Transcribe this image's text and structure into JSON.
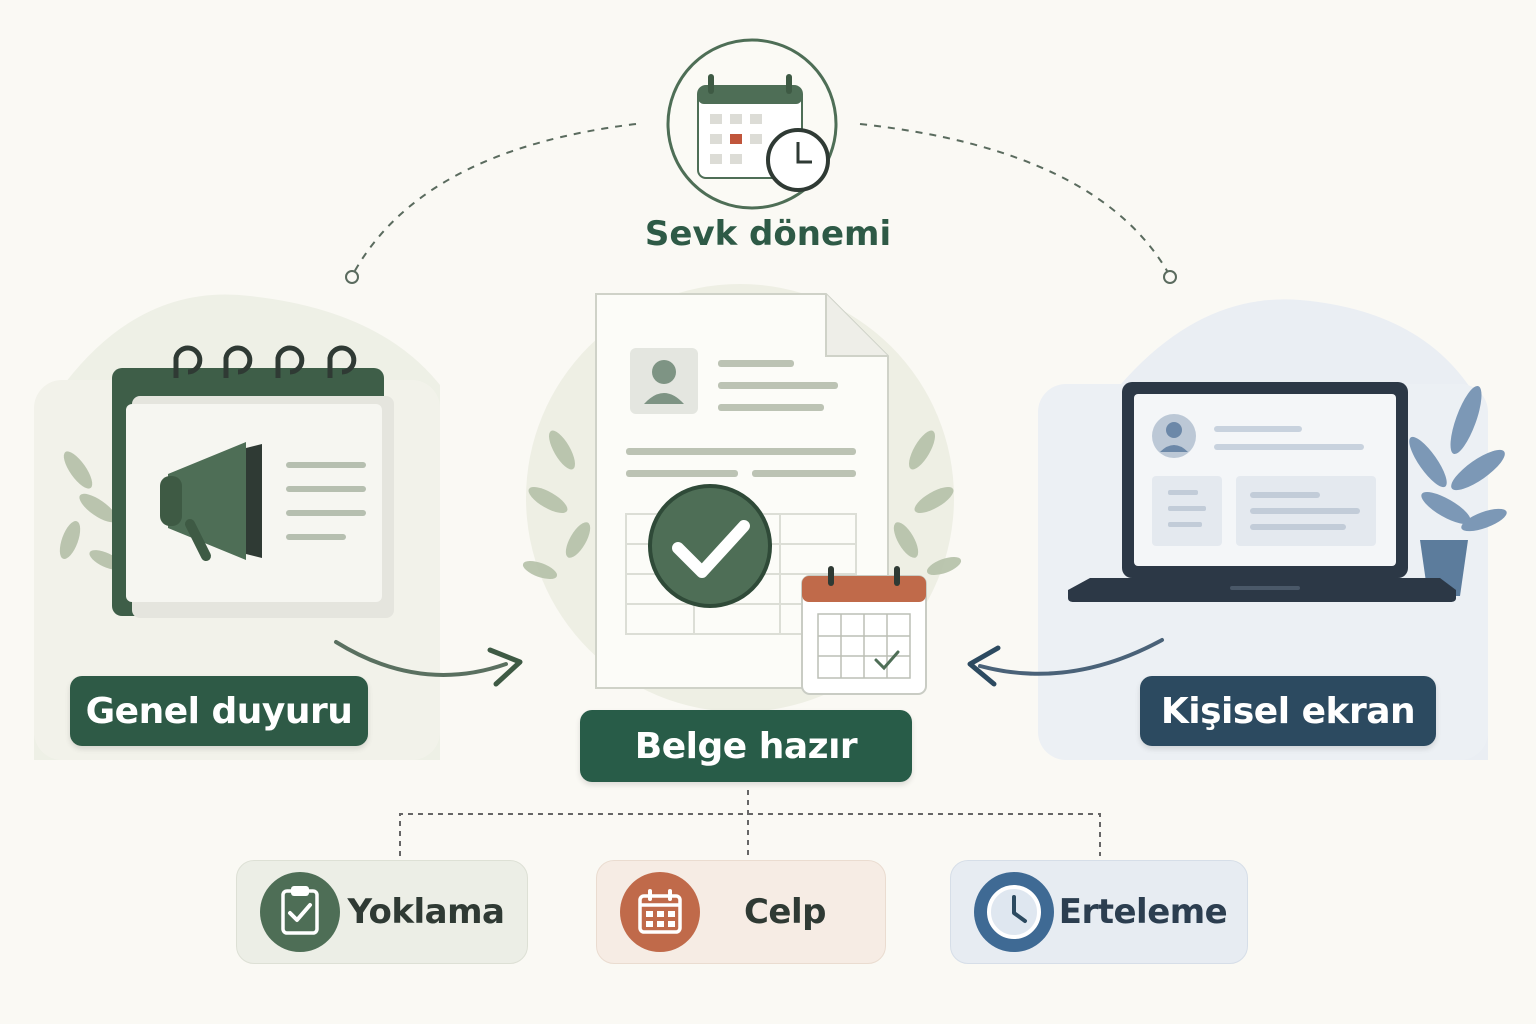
{
  "diagram": {
    "title": "Sevk dönemi",
    "nodes": {
      "left": "Genel duyuru",
      "center": "Belge hazır",
      "right": "Kişisel ekran"
    },
    "outcomes": [
      {
        "label": "Yoklama",
        "icon": "clipboard-check-icon",
        "color": "#4e6e56"
      },
      {
        "label": "Celp",
        "icon": "calendar-icon",
        "color": "#c06a4a"
      },
      {
        "label": "Erteleme",
        "icon": "clock-icon",
        "color": "#3f6a94"
      }
    ],
    "colors": {
      "green": "#2e5a46",
      "terracotta": "#c06a4a",
      "navy": "#2c4a60"
    }
  }
}
